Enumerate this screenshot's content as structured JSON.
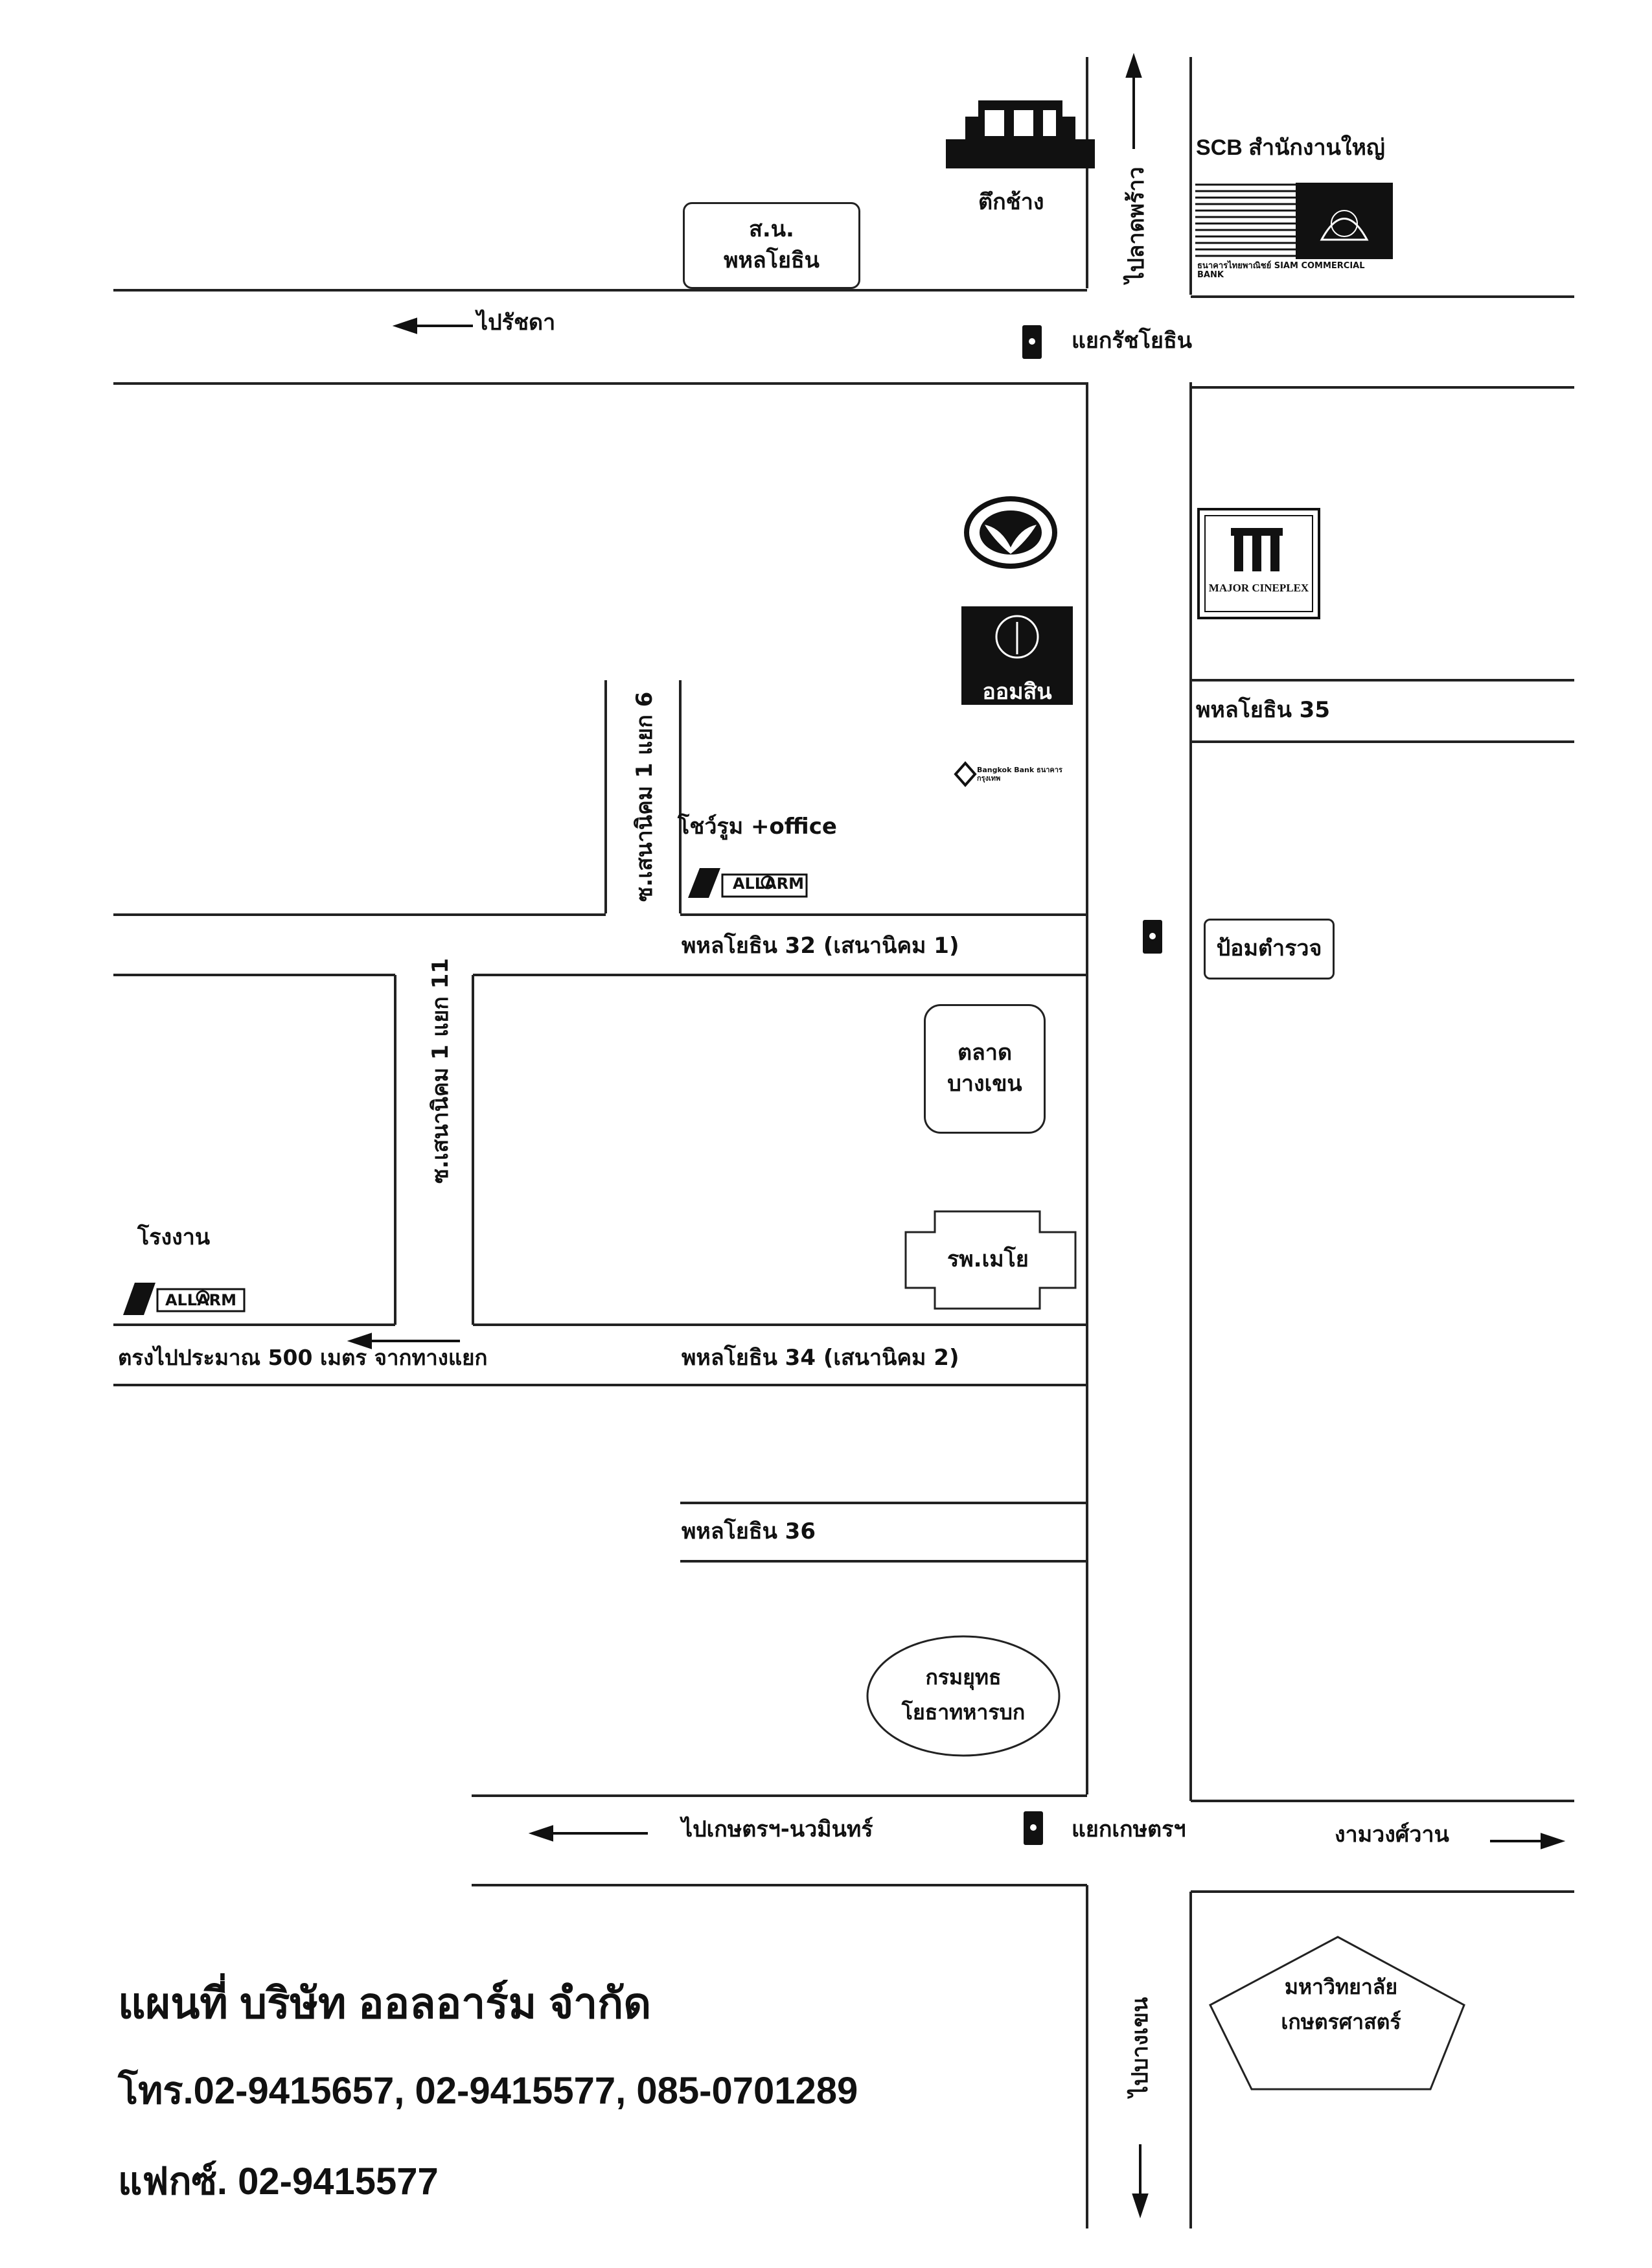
{
  "landmarks": {
    "scb": "SCB สำนักงานใหญ่",
    "scb_logo_text": "ธนาคารไทยพาณิชย์ SIAM COMMERCIAL BANK",
    "tuek_chang": "ตึกช้าง",
    "sor_nor": [
      "ส.น.",
      "พหลโยธิน"
    ],
    "kbank_icon": "kasikorn-bank-logo",
    "gsb_text": "ออมสิน",
    "bbl_text": "Bangkok Bank ธนาคารกรุงเทพ",
    "major_text": "MAJOR CINEPLEX",
    "showroom": "โชว์รูม +office",
    "allarm_logo": "ALLARM",
    "factory": "โรงงาน",
    "market": [
      "ตลาด",
      "บางเขน"
    ],
    "hospital": "รพ.เมโย",
    "police": "ป้อมตำรวจ",
    "army": [
      "กรมยุทธ",
      "โยธาทหารบก"
    ],
    "university": [
      "มหาวิทยาลัย",
      "เกษตรศาสตร์"
    ]
  },
  "roads": {
    "to_ratchada": "ไปรัชดา",
    "to_ladprao": "ไปลาดพร้าว",
    "ratchayothin_jct": "แยกรัชโยธิน",
    "phahon35": "พหลโยธิน 35",
    "soi_6": "ซ.เสนานิคม 1 แยก 6",
    "soi_11": "ซ.เสนานิคม 1 แยก 11",
    "phahon32": "พหลโยธิน 32 (เสนานิคม 1)",
    "phahon34": "พหลโยธิน 34 (เสนานิคม 2)",
    "straight_500": "ตรงไปประมาณ 500 เมตร จากทางแยก",
    "phahon36": "พหลโยธิน 36",
    "to_kaset_nawamin": "ไปเกษตรฯ-นวมินทร์",
    "kaset_jct": "แยกเกษตรฯ",
    "ngamwongwan": "งามวงศ์วาน",
    "to_bangkhen": "ไปบางเขน"
  },
  "footer": {
    "title": "แผนที่ บริษัท ออลอาร์ม จำกัด",
    "tel": "โทร.02-9415657, 02-9415577, 085-0701289",
    "fax": "แฟกซ์. 02-9415577"
  }
}
